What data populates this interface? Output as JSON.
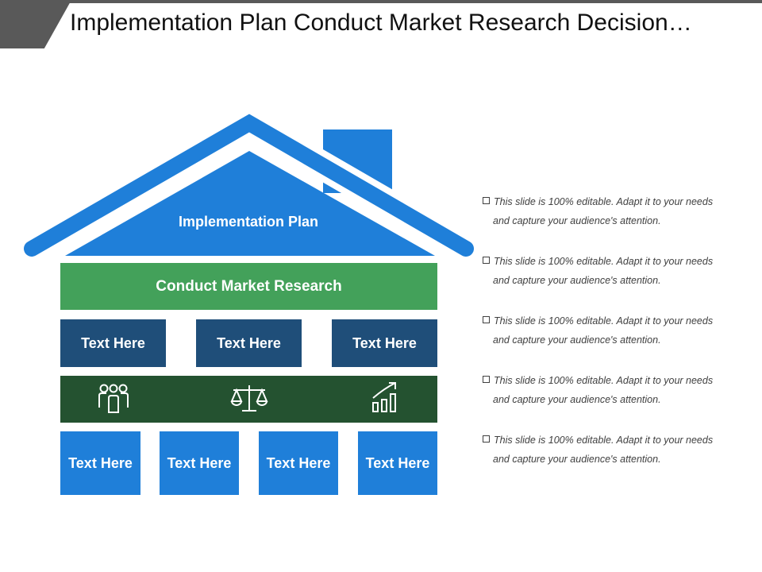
{
  "title": "Implementation Plan Conduct Market Research Decision…",
  "roof_label": "Implementation Plan",
  "green_bar_label": "Conduct Market Research",
  "row1": [
    "Text Here",
    "Text Here",
    "Text Here"
  ],
  "icons": [
    "people-icon",
    "balance-scale-icon",
    "growth-chart-icon"
  ],
  "row2": [
    "Text Here",
    "Text Here",
    "Text Here",
    "Text Here"
  ],
  "notes": [
    {
      "line1": "This slide is 100% editable. Adapt it to your needs",
      "line2": "and capture your audience's attention."
    },
    {
      "line1": "This slide is 100% editable. Adapt it to your needs",
      "line2": "and capture your audience's attention."
    },
    {
      "line1": "This slide is 100% editable. Adapt it to your needs",
      "line2": "and capture your audience's attention."
    },
    {
      "line1": "This slide is 100% editable. Adapt it to your needs",
      "line2": "and capture your audience's attention."
    },
    {
      "line1": "This slide is 100% editable. Adapt it to your needs",
      "line2": "and capture your audience's attention."
    }
  ],
  "colors": {
    "blue": "#1f7fd9",
    "dark_blue": "#1f4e79",
    "green": "#43a15a",
    "dark_green": "#245230",
    "gray": "#595959"
  }
}
